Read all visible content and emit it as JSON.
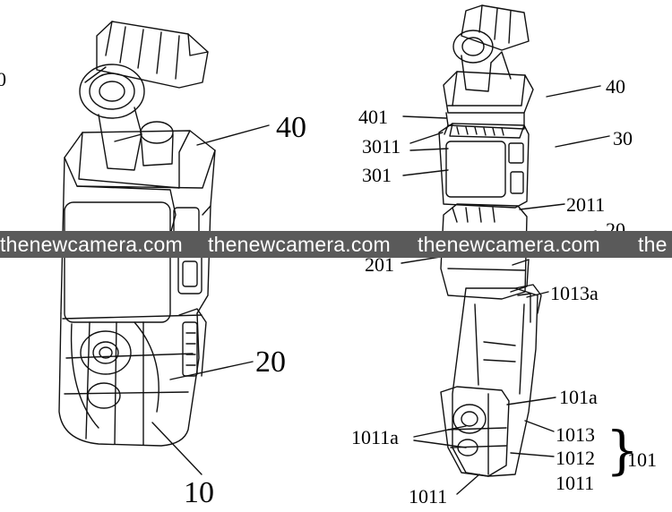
{
  "watermark": {
    "text": "thenewcamera.com",
    "partial_right": "the"
  },
  "left_device": {
    "edge_label": "0",
    "labels": {
      "l40": "40",
      "l20": "20",
      "l10": "10"
    }
  },
  "right_device": {
    "labels": {
      "l40": "40",
      "l30": "30",
      "l401": "401",
      "l3011": "3011",
      "l301": "301",
      "l2011": "2011",
      "l20": "20",
      "l201": "201",
      "l1013a": "1013a",
      "l101a": "101a",
      "l1011a": "1011a",
      "l1013": "1013",
      "l1012": "1012",
      "l1011_group": "1011",
      "l101": "101",
      "l1011": "1011"
    }
  },
  "colors": {
    "line": "#111111",
    "watermark_band": "#5a5a5a",
    "watermark_text": "#ffffff"
  }
}
